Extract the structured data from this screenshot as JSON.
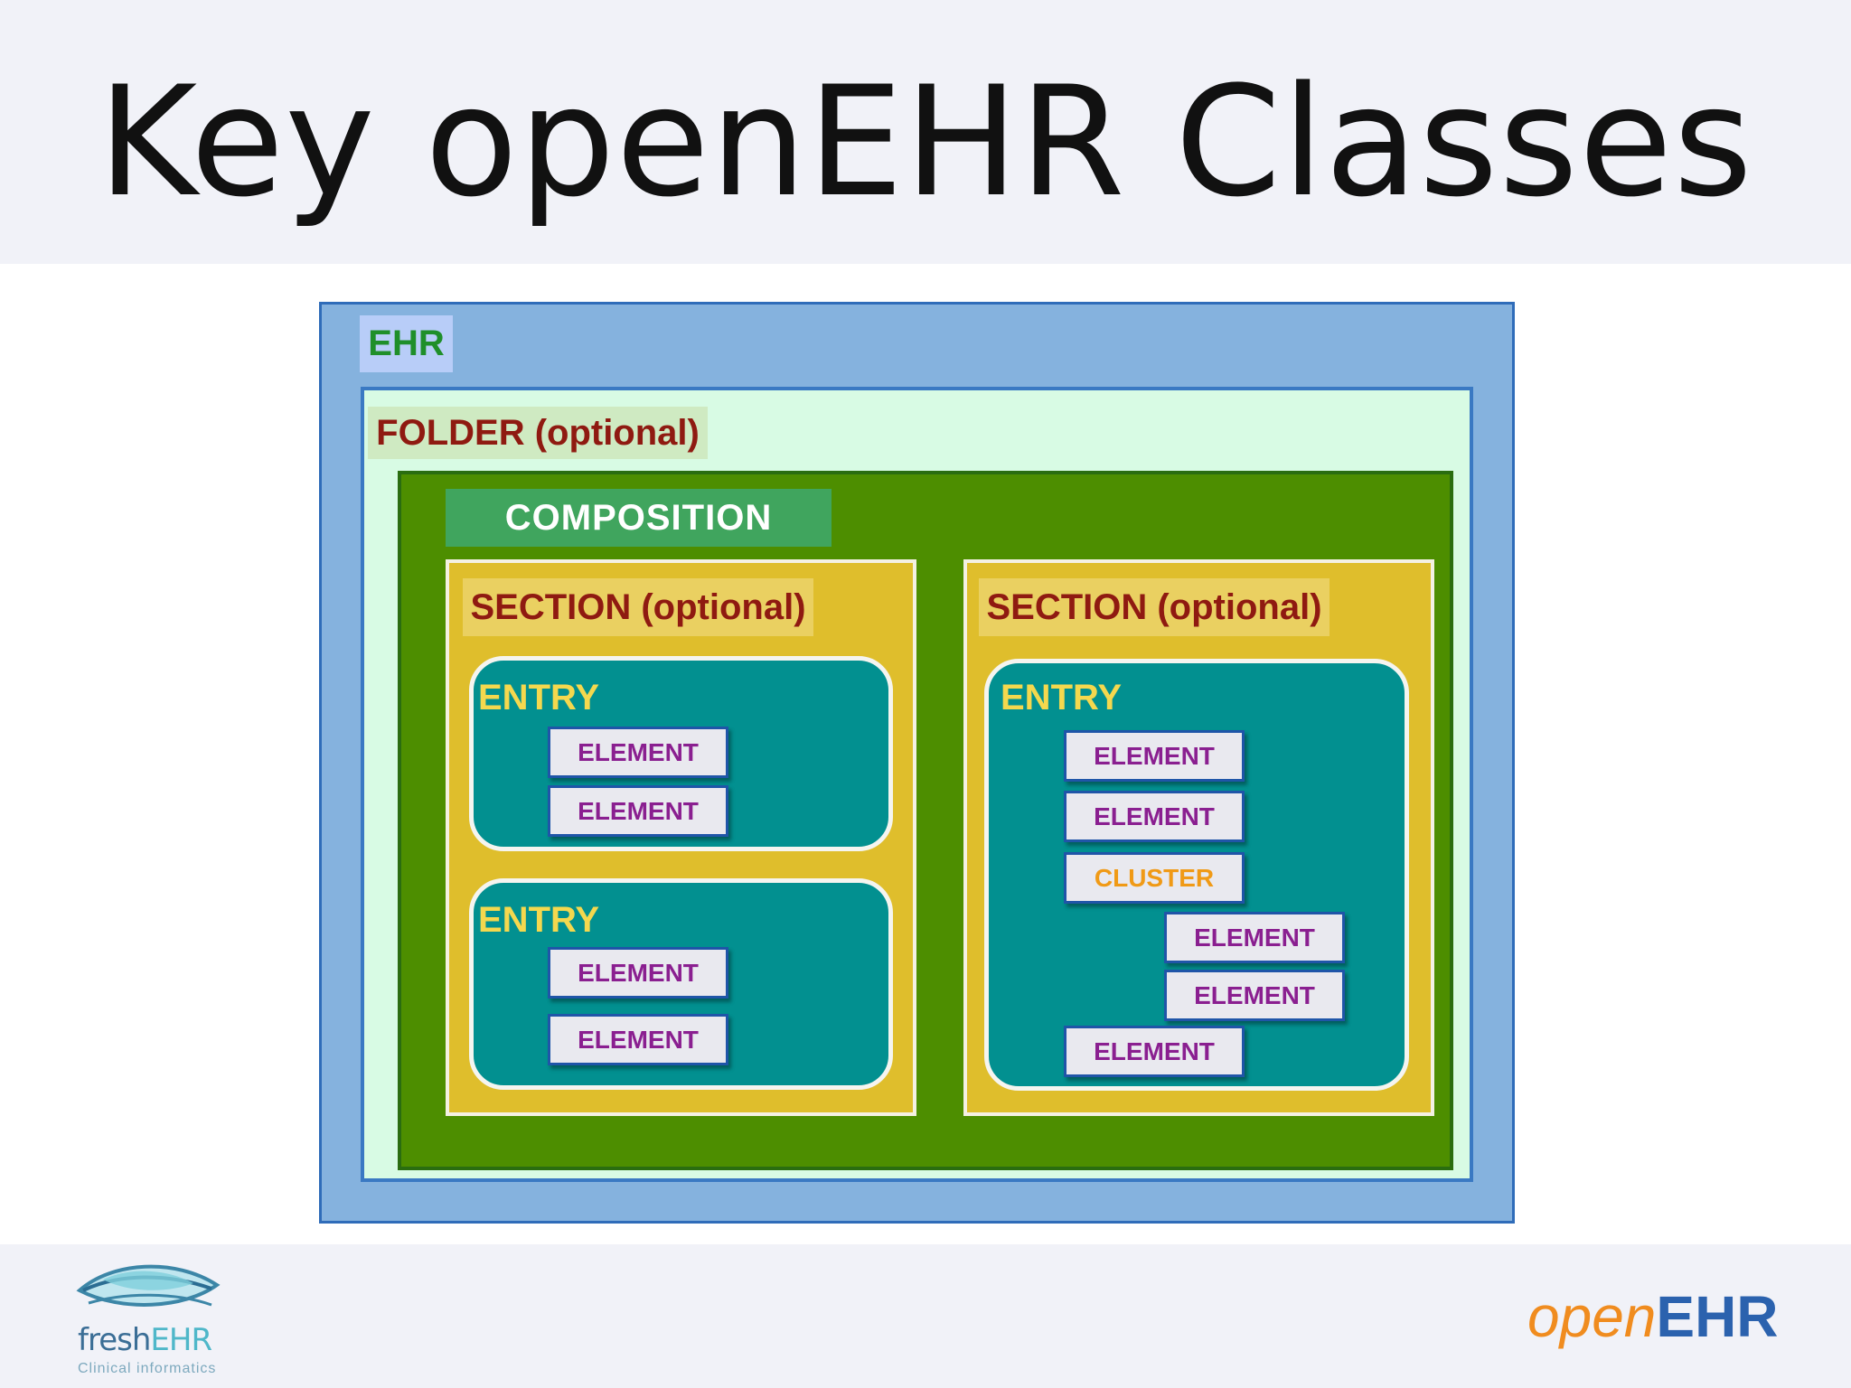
{
  "slide": {
    "title": "Key openEHR Classes"
  },
  "diagram": {
    "ehr": {
      "label": "EHR"
    },
    "folder": {
      "label": "FOLDER (optional)"
    },
    "composition": {
      "label": "COMPOSITION"
    },
    "sections": [
      {
        "label": "SECTION (optional)",
        "entries": [
          {
            "label": "ENTRY",
            "items": [
              {
                "label": "ELEMENT"
              },
              {
                "label": "ELEMENT"
              }
            ]
          },
          {
            "label": "ENTRY",
            "items": [
              {
                "label": "ELEMENT"
              },
              {
                "label": "ELEMENT"
              }
            ]
          }
        ]
      },
      {
        "label": "SECTION (optional)",
        "entries": [
          {
            "label": "ENTRY",
            "items": [
              {
                "label": "ELEMENT"
              },
              {
                "label": "ELEMENT"
              },
              {
                "label": "CLUSTER",
                "children": [
                  {
                    "label": "ELEMENT"
                  },
                  {
                    "label": "ELEMENT"
                  }
                ]
              },
              {
                "label": "ELEMENT"
              }
            ]
          }
        ]
      }
    ]
  },
  "footer": {
    "fresh_logo": {
      "name_part1": "fresh",
      "name_part2": "EHR",
      "tagline": "Clinical informatics"
    },
    "openehr_logo": {
      "part1": "open",
      "part2": "EHR"
    }
  },
  "colors": {
    "ehr_bg": "#85b2de",
    "folder_bg": "#d8fbe4",
    "composition_bg": "#4d8e00",
    "section_bg": "#dfbe2c",
    "entry_bg": "#029090",
    "element_text": "#8a1f90",
    "cluster_text": "#f09a16"
  }
}
